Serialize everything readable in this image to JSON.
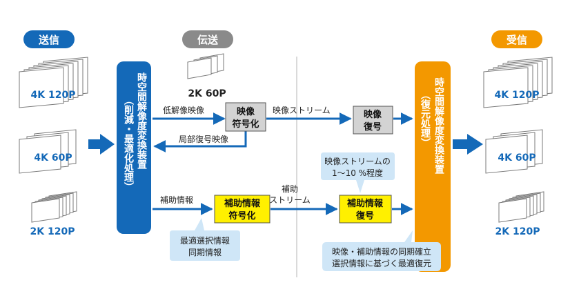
{
  "headers": {
    "send": "送信",
    "transmit": "伝送",
    "receive": "受信"
  },
  "sources": {
    "k4_120": "4K 120P",
    "k4_60": "4K 60P",
    "k2_120": "2K 120P",
    "k2_60": "2K 60P"
  },
  "outputs": {
    "k4_120": "4K 120P",
    "k4_60": "4K 60P",
    "k2_120": "2K 120P"
  },
  "converter_left": {
    "title": "時空間解像度変換装置",
    "subtitle": "（削減・最適化処理）"
  },
  "converter_right": {
    "title": "時空間解像度変換装置",
    "subtitle": "（復元処理）"
  },
  "boxes": {
    "video_encode": [
      "映像",
      "符号化"
    ],
    "video_decode": [
      "映像",
      "復号"
    ],
    "aux_encode": [
      "補助情報",
      "符号化"
    ],
    "aux_decode": [
      "補助情報",
      "復号"
    ]
  },
  "labels": {
    "low_res_video": "低解像映像",
    "video_stream": "映像ストリーム",
    "local_decoded": "局部復号映像",
    "aux_info": "補助情報",
    "aux_stream": [
      "補助",
      "ストリーム"
    ]
  },
  "bubbles": {
    "ratio": [
      "映像ストリームの",
      "1〜10 %程度"
    ],
    "select": [
      "最適選択情報",
      "同期情報"
    ],
    "restore": [
      "映像・補助情報の同期確立",
      "選択情報に基づく最適復元"
    ]
  },
  "colors": {
    "blue": "#1469b8",
    "orange": "#f39800",
    "gray_header": "#8a8a8a",
    "yellow_box": "#fff000",
    "gray_box": "#d3d3d3",
    "bubble": "#cfe6f7"
  }
}
